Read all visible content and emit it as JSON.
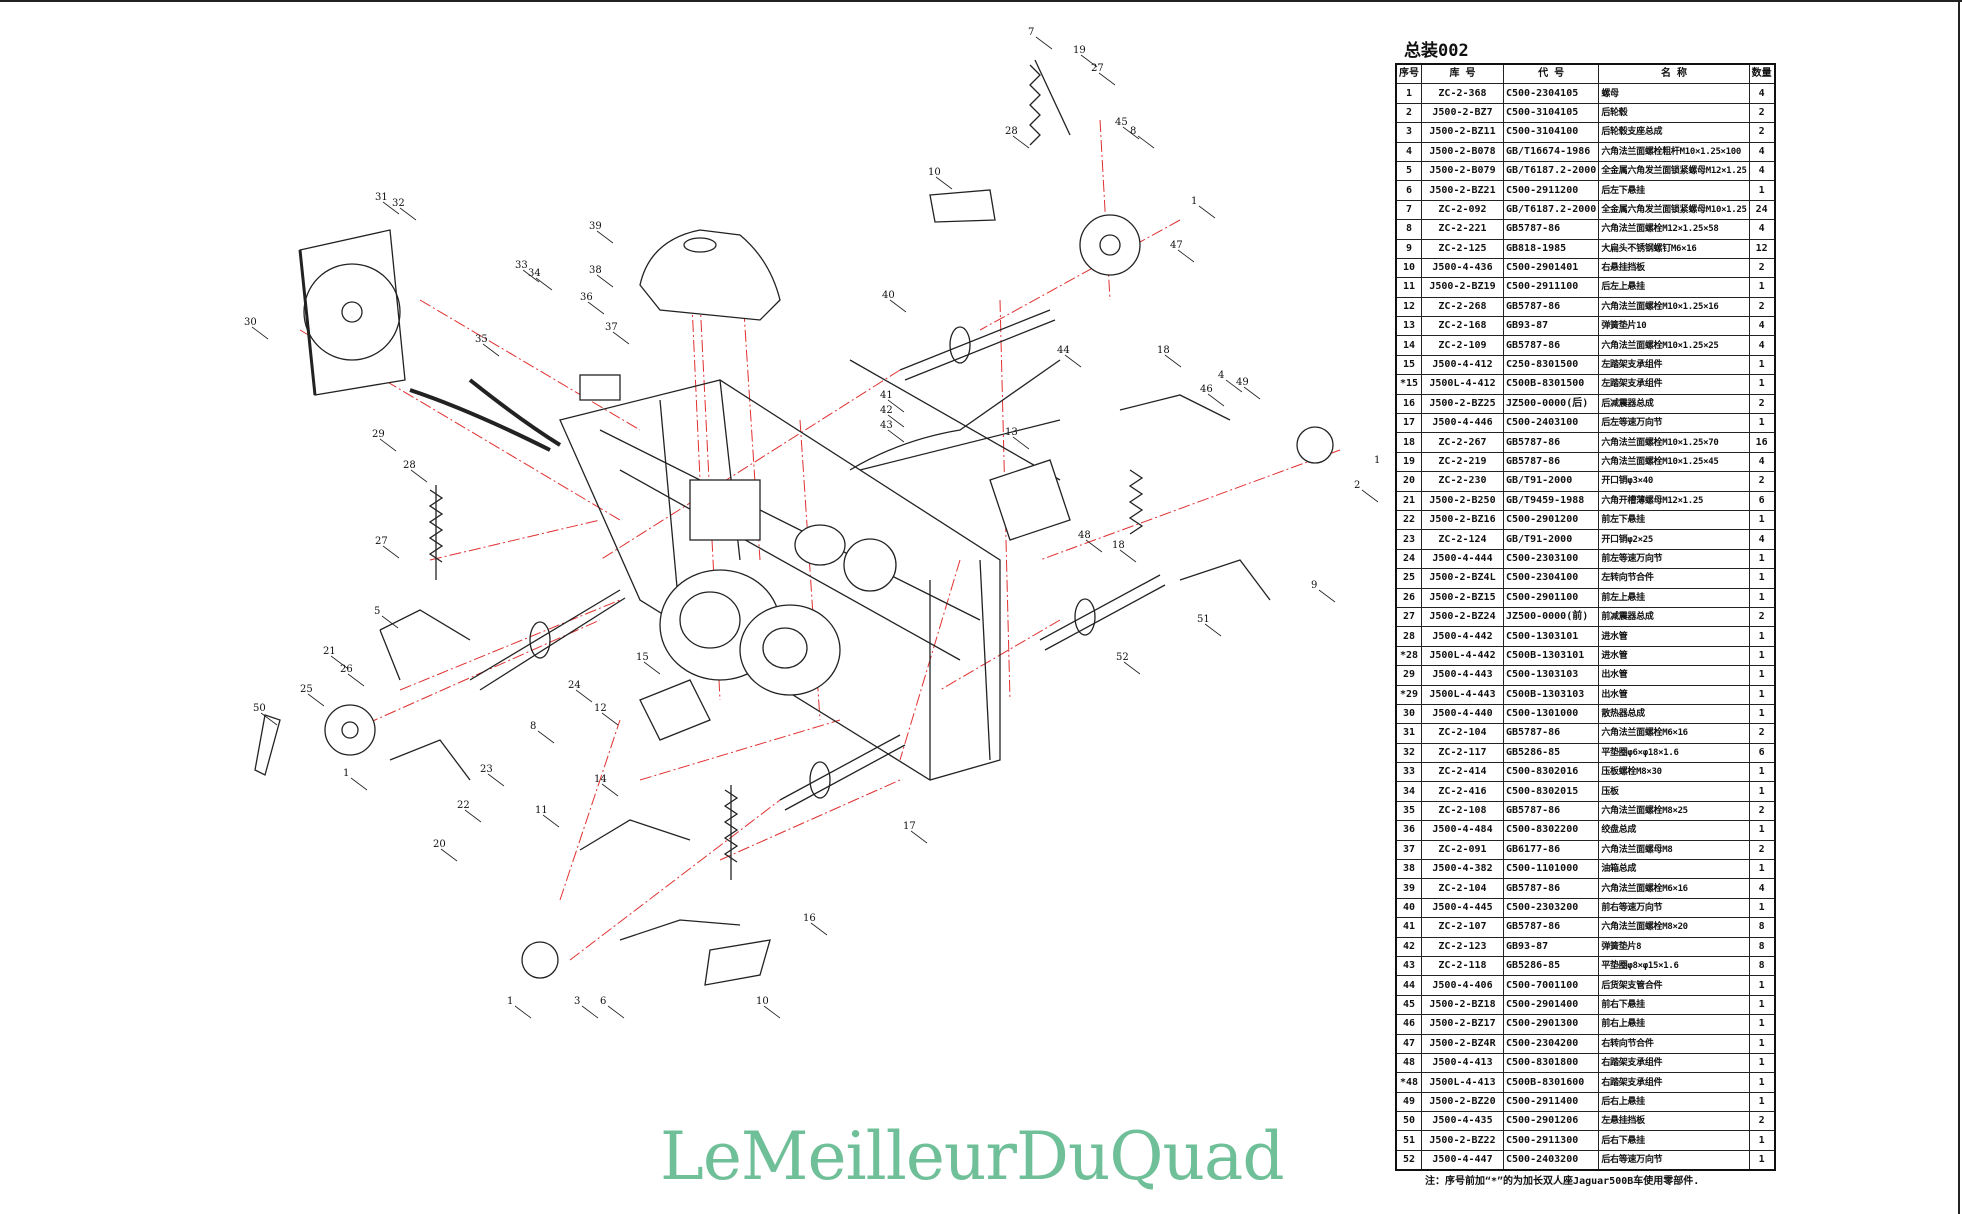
{
  "title": "总装002",
  "table": {
    "headers": [
      "序号",
      "库 号",
      "代 号",
      "名 称",
      "数量"
    ],
    "rows": [
      [
        "1",
        "ZC-2-368",
        "C500-2304105",
        "螺母",
        "4"
      ],
      [
        "2",
        "J500-2-BZ7",
        "C500-3104105",
        "后轮毂",
        "2"
      ],
      [
        "3",
        "J500-2-BZ11",
        "C500-3104100",
        "后轮毂支座总成",
        "2"
      ],
      [
        "4",
        "J500-2-B078",
        "GB/T16674-1986",
        "六角法兰面螺栓粗杆M10×1.25×100",
        "4"
      ],
      [
        "5",
        "J500-2-B079",
        "GB/T6187.2-2000",
        "全金属六角发兰面锁紧螺母M12×1.25",
        "4"
      ],
      [
        "6",
        "J500-2-BZ21",
        "C500-2911200",
        "后左下悬挂",
        "1"
      ],
      [
        "7",
        "ZC-2-092",
        "GB/T6187.2-2000",
        "全金属六角发兰面锁紧螺母M10×1.25",
        "24"
      ],
      [
        "8",
        "ZC-2-221",
        "GB5787-86",
        "六角法兰面螺栓M12×1.25×58",
        "4"
      ],
      [
        "9",
        "ZC-2-125",
        "GB818-1985",
        "大扁头不锈钢螺钉M6×16",
        "12"
      ],
      [
        "10",
        "J500-4-436",
        "C500-2901401",
        "右悬挂挡板",
        "2"
      ],
      [
        "11",
        "J500-2-BZ19",
        "C500-2911100",
        "后左上悬挂",
        "1"
      ],
      [
        "12",
        "ZC-2-268",
        "GB5787-86",
        "六角法兰面螺栓M10×1.25×16",
        "2"
      ],
      [
        "13",
        "ZC-2-168",
        "GB93-87",
        "弹簧垫片10",
        "4"
      ],
      [
        "14",
        "ZC-2-109",
        "GB5787-86",
        "六角法兰面螺栓M10×1.25×25",
        "4"
      ],
      [
        "15",
        "J500-4-412",
        "C250-8301500",
        "左踏架支承组件",
        "1"
      ],
      [
        "*15",
        "J500L-4-412",
        "C500B-8301500",
        "左踏架支承组件",
        "1"
      ],
      [
        "16",
        "J500-2-BZ25",
        "JZ500-0000(后)",
        "后减震器总成",
        "2"
      ],
      [
        "17",
        "J500-4-446",
        "C500-2403100",
        "后左等速万向节",
        "1"
      ],
      [
        "18",
        "ZC-2-267",
        "GB5787-86",
        "六角法兰面螺栓M10×1.25×70",
        "16"
      ],
      [
        "19",
        "ZC-2-219",
        "GB5787-86",
        "六角法兰面螺栓M10×1.25×45",
        "4"
      ],
      [
        "20",
        "ZC-2-230",
        "GB/T91-2000",
        "开口销φ3×40",
        "2"
      ],
      [
        "21",
        "J500-2-B250",
        "GB/T9459-1988",
        "六角开槽薄螺母M12×1.25",
        "6"
      ],
      [
        "22",
        "J500-2-BZ16",
        "C500-2901200",
        "前左下悬挂",
        "1"
      ],
      [
        "23",
        "ZC-2-124",
        "GB/T91-2000",
        "开口销φ2×25",
        "4"
      ],
      [
        "24",
        "J500-4-444",
        "C500-2303100",
        "前左等速万向节",
        "1"
      ],
      [
        "25",
        "J500-2-BZ4L",
        "C500-2304100",
        "左转向节合件",
        "1"
      ],
      [
        "26",
        "J500-2-BZ15",
        "C500-2901100",
        "前左上悬挂",
        "1"
      ],
      [
        "27",
        "J500-2-BZ24",
        "JZ500-0000(前)",
        "前减震器总成",
        "2"
      ],
      [
        "28",
        "J500-4-442",
        "C500-1303101",
        "进水管",
        "1"
      ],
      [
        "*28",
        "J500L-4-442",
        "C500B-1303101",
        "进水管",
        "1"
      ],
      [
        "29",
        "J500-4-443",
        "C500-1303103",
        "出水管",
        "1"
      ],
      [
        "*29",
        "J500L-4-443",
        "C500B-1303103",
        "出水管",
        "1"
      ],
      [
        "30",
        "J500-4-440",
        "C500-1301000",
        "散热器总成",
        "1"
      ],
      [
        "31",
        "ZC-2-104",
        "GB5787-86",
        "六角法兰面螺栓M6×16",
        "2"
      ],
      [
        "32",
        "ZC-2-117",
        "GB5286-85",
        "平垫圈φ6×φ18×1.6",
        "6"
      ],
      [
        "33",
        "ZC-2-414",
        "C500-8302016",
        "压板螺栓M8×30",
        "1"
      ],
      [
        "34",
        "ZC-2-416",
        "C500-8302015",
        "压板",
        "1"
      ],
      [
        "35",
        "ZC-2-108",
        "GB5787-86",
        "六角法兰面螺栓M8×25",
        "2"
      ],
      [
        "36",
        "J500-4-484",
        "C500-8302200",
        "绞盘总成",
        "1"
      ],
      [
        "37",
        "ZC-2-091",
        "GB6177-86",
        "六角法兰面螺母M8",
        "2"
      ],
      [
        "38",
        "J500-4-382",
        "C500-1101000",
        "油箱总成",
        "1"
      ],
      [
        "39",
        "ZC-2-104",
        "GB5787-86",
        "六角法兰面螺栓M6×16",
        "4"
      ],
      [
        "40",
        "J500-4-445",
        "C500-2303200",
        "前右等速万向节",
        "1"
      ],
      [
        "41",
        "ZC-2-107",
        "GB5787-86",
        "六角法兰面螺栓M8×20",
        "8"
      ],
      [
        "42",
        "ZC-2-123",
        "GB93-87",
        "弹簧垫片8",
        "8"
      ],
      [
        "43",
        "ZC-2-118",
        "GB5286-85",
        "平垫圈φ8×φ15×1.6",
        "8"
      ],
      [
        "44",
        "J500-4-406",
        "C500-7001100",
        "后货架支管合件",
        "1"
      ],
      [
        "45",
        "J500-2-BZ18",
        "C500-2901400",
        "前右下悬挂",
        "1"
      ],
      [
        "46",
        "J500-2-BZ17",
        "C500-2901300",
        "前右上悬挂",
        "1"
      ],
      [
        "47",
        "J500-2-BZ4R",
        "C500-2304200",
        "右转向节合件",
        "1"
      ],
      [
        "48",
        "J500-4-413",
        "C500-8301800",
        "右踏架支承组件",
        "1"
      ],
      [
        "*48",
        "J500L-4-413",
        "C500B-8301600",
        "右踏架支承组件",
        "1"
      ],
      [
        "49",
        "J500-2-BZ20",
        "C500-2911400",
        "后右上悬挂",
        "1"
      ],
      [
        "50",
        "J500-4-435",
        "C500-2901206",
        "左悬挂挡板",
        "2"
      ],
      [
        "51",
        "J500-2-BZ22",
        "C500-2911300",
        "后右下悬挂",
        "1"
      ],
      [
        "52",
        "J500-4-447",
        "C500-2403200",
        "后右等速万向节",
        "1"
      ]
    ]
  },
  "note": "注：序号前加“*”的为加长双人座Jaguar500B车使用零部件.",
  "watermark": "LeMeilleurDuQuad",
  "callouts": [
    "7",
    "19",
    "27",
    "45",
    "8",
    "28",
    "1",
    "47",
    "10",
    "31",
    "32",
    "30",
    "29",
    "28",
    "38",
    "39",
    "40",
    "44",
    "18",
    "49",
    "2",
    "1",
    "48",
    "52",
    "27",
    "21",
    "25",
    "50",
    "1",
    "22",
    "20",
    "24",
    "8",
    "17",
    "16",
    "11",
    "15",
    "14",
    "12",
    "3",
    "1",
    "10",
    "51",
    "9",
    "41",
    "42",
    "43",
    "13",
    "18",
    "4",
    "5",
    "6",
    "23",
    "26",
    "33",
    "34",
    "35",
    "36",
    "37",
    "46"
  ],
  "colors": {
    "line": "#222222",
    "leader": "#e03030",
    "watermark": "#6fbf98"
  }
}
